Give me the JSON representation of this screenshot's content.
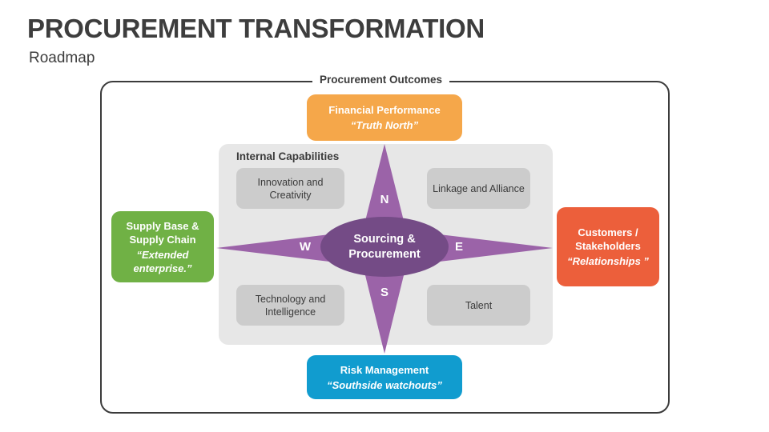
{
  "header": {
    "title": "PROCUREMENT TRANSFORMATION",
    "subtitle": "Roadmap"
  },
  "colors": {
    "financial": "#f5a74a",
    "risk": "#119ccf",
    "supply": "#70b145",
    "customers": "#ec5f3b",
    "star": "#9b63a8",
    "hub": "#744b86",
    "panel": "#e7e7e7",
    "tile": "#cccccc",
    "frame": "#3b3b3b"
  },
  "frame": {
    "label": "Procurement Outcomes"
  },
  "internal_capabilities": {
    "label": "Internal Capabilities",
    "tiles": [
      {
        "label": "Innovation and Creativity"
      },
      {
        "label": "Linkage and Alliance"
      },
      {
        "label": "Technology and Intelligence"
      },
      {
        "label": "Talent"
      }
    ]
  },
  "compass": {
    "hub_label": "Sourcing & Procurement",
    "points": {
      "north": "N",
      "south": "S",
      "west": "W",
      "east": "E"
    }
  },
  "outcomes": {
    "financial": {
      "title": "Financial Performance",
      "quote": "“Truth North”"
    },
    "risk": {
      "title": "Risk Management",
      "quote": "“Southside watchouts”"
    },
    "supply": {
      "title": "Supply Base & Supply Chain",
      "quote": "“Extended enterprise.”"
    },
    "customers": {
      "title": "Customers / Stakeholders",
      "quote": "“Relationships ”"
    }
  }
}
